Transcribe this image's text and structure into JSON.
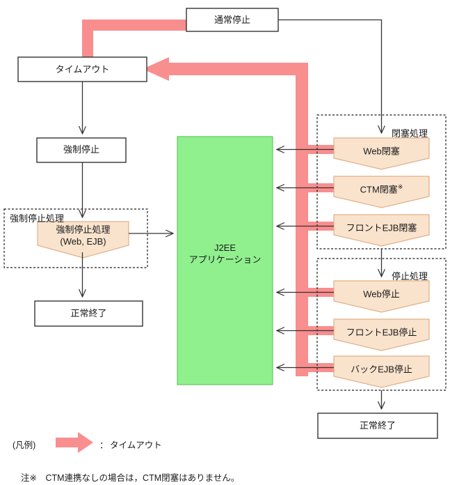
{
  "diagram": {
    "title": "J2EE application stop flow",
    "colors": {
      "pink_arrow": "#f98e8e",
      "green_fill": "#90f08e",
      "peach_fill": "#f9e3cd",
      "peach_border": "#e0b089",
      "line": "#333333",
      "dashed": "#1a1a1a"
    },
    "nodes": {
      "normal_stop": "通常停止",
      "timeout": "タイムアウト",
      "forced_stop": "強制停止",
      "forced_stop_proc_line1": "強制停止処理",
      "forced_stop_proc_line2": "(Web, EJB)",
      "normal_end_left": "正常終了",
      "j2ee_line1": "J2EE",
      "j2ee_line2": "アプリケーション",
      "normal_end_right": "正常終了"
    },
    "groups": {
      "forced_stop_group": "強制停止処理",
      "blockade_group": "閉塞処理",
      "stop_group": "停止処理"
    },
    "blockade_steps": [
      {
        "label": "Web閉塞",
        "mark": ""
      },
      {
        "label": "CTM閉塞",
        "mark": "※"
      },
      {
        "label": "フロントEJB閉塞",
        "mark": ""
      }
    ],
    "stop_steps": [
      {
        "label": "Web停止",
        "mark": ""
      },
      {
        "label": "フロントEJB停止",
        "mark": ""
      },
      {
        "label": "バックEJB停止",
        "mark": ""
      }
    ],
    "legend": {
      "prefix": "(凡例)",
      "arrow_icon": "thick-pink-arrow-icon",
      "separator": "：",
      "label": "タイムアウト"
    },
    "footnote": "注※　CTM連携なしの場合は，CTM閉塞はありません。"
  }
}
